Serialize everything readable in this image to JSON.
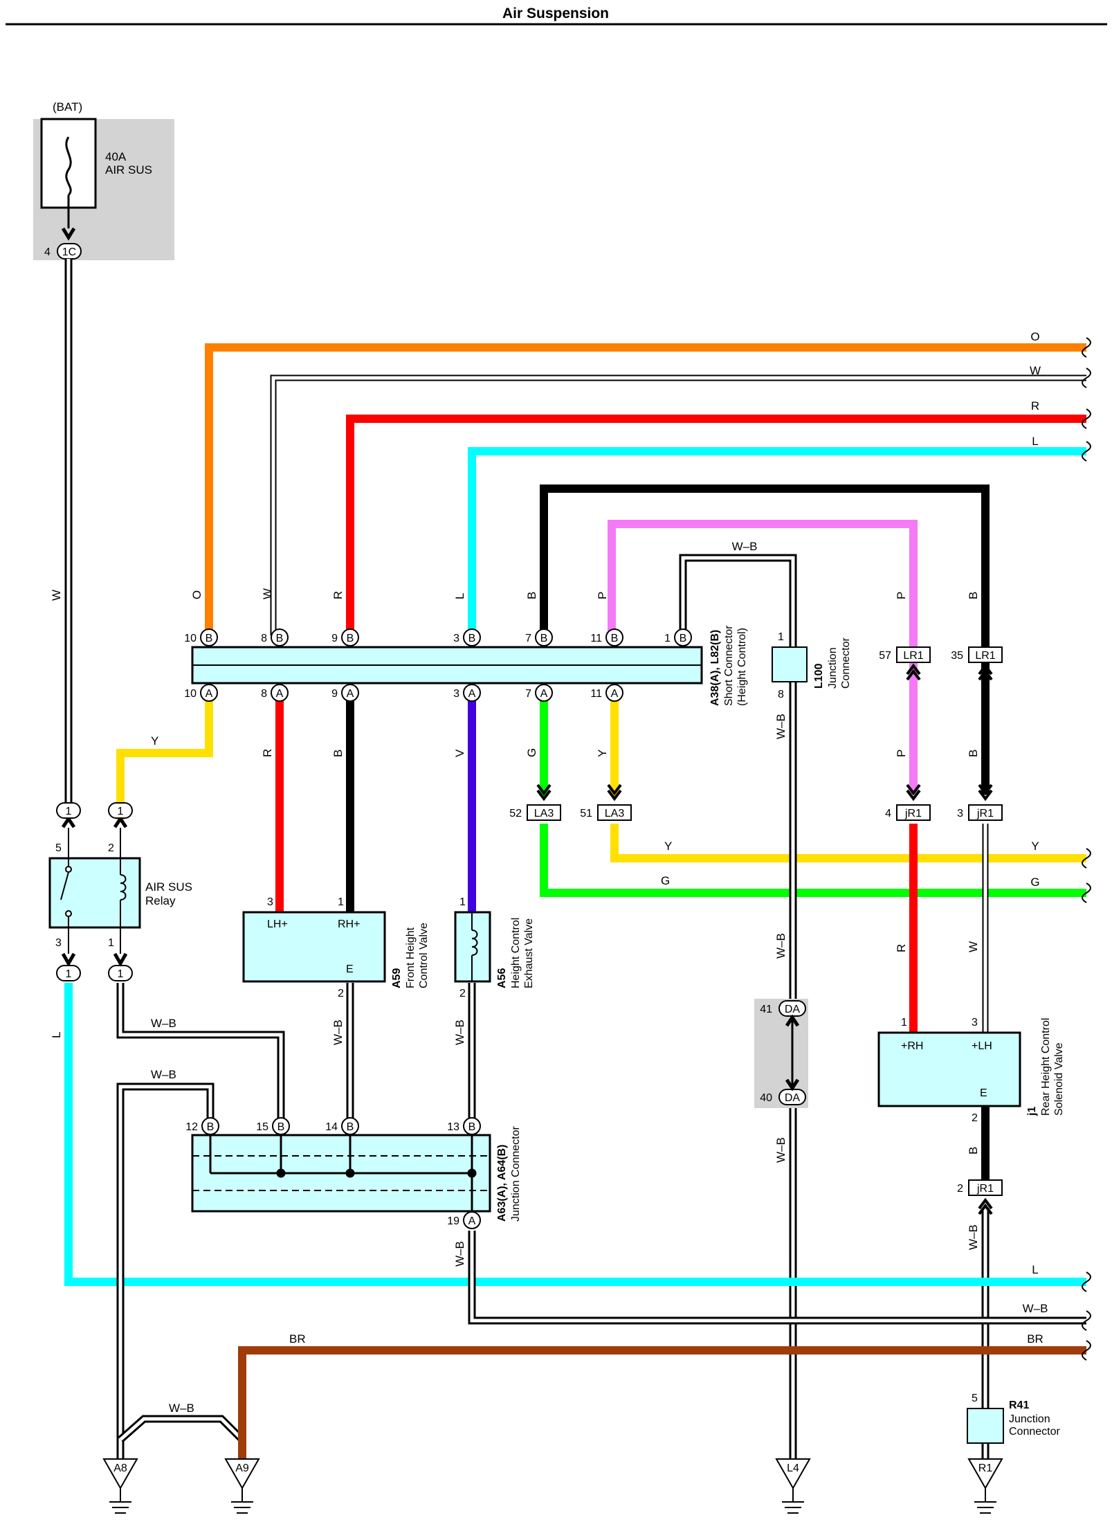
{
  "title": "Air Suspension",
  "colors": {
    "orange": "#ff8000",
    "red": "#ff0000",
    "cyan": "#00ffff",
    "black": "#000000",
    "pink": "#f57af5",
    "yellow": "#ffe000",
    "green": "#00ff00",
    "violet": "#4000e0",
    "brown": "#a03c0a",
    "box_fill": "#ccffff",
    "shade": "#d3d3d3"
  },
  "fuse": {
    "source": "(BAT)",
    "rating": "40A",
    "name": "AIR SUS",
    "pin": "4",
    "conn": "1C"
  },
  "wires": {
    "O": "O",
    "W": "W",
    "R": "R",
    "L": "L",
    "B": "B",
    "P": "P",
    "Y": "Y",
    "G": "G",
    "V": "V",
    "WB": "W–B",
    "BR": "BR"
  },
  "short_connector": {
    "id": "A38(A), L82(B)",
    "desc1": "Short Connector",
    "desc2": "(Height Control)",
    "pinB": [
      "10",
      "8",
      "9",
      "3",
      "7",
      "11",
      "1"
    ],
    "pinA": [
      "10",
      "8",
      "9",
      "3",
      "7",
      "11"
    ],
    "letterB": "B",
    "letterA": "A"
  },
  "relay": {
    "name1": "AIR SUS",
    "name2": "Relay",
    "p5": "5",
    "p2": "2",
    "p3": "3",
    "p1": "1",
    "conn": "1"
  },
  "front_valve": {
    "id": "A59",
    "desc1": "Front Height",
    "desc2": "Control Valve",
    "lh": "LH+",
    "rh": "RH+",
    "e": "E",
    "p3": "3",
    "p1": "1",
    "p2": "2"
  },
  "exhaust_valve": {
    "id": "A56",
    "desc1": "Height Control",
    "desc2": "Exhaust Valve",
    "p1": "1",
    "p2": "2"
  },
  "jc_a63": {
    "id": "A63(A), A64(B)",
    "desc": "Junction Connector",
    "pins": [
      "12",
      "15",
      "14",
      "13"
    ],
    "pin19": "19"
  },
  "l100": {
    "id": "L100",
    "desc1": "Junction",
    "desc2": "Connector",
    "p1": "1",
    "p8": "8"
  },
  "la3": {
    "p52": "52",
    "p51": "51",
    "name": "LA3"
  },
  "lr1": {
    "p57": "57",
    "p35": "35",
    "name": "LR1"
  },
  "jr1": {
    "p4": "4",
    "p3": "3",
    "p2": "2",
    "name": "jR1"
  },
  "da": {
    "p41": "41",
    "p40": "40",
    "name": "DA"
  },
  "rear_valve": {
    "id": "j1",
    "desc1": "Rear Height Control",
    "desc2": "Solenoid Valve",
    "rh": "+RH",
    "lh": "+LH",
    "e": "E",
    "p1": "1",
    "p3": "3",
    "p2": "2"
  },
  "r41": {
    "id": "R41",
    "desc1": "Junction",
    "desc2": "Connector",
    "p5": "5"
  },
  "grounds": [
    "A8",
    "A9",
    "L4",
    "R1"
  ]
}
